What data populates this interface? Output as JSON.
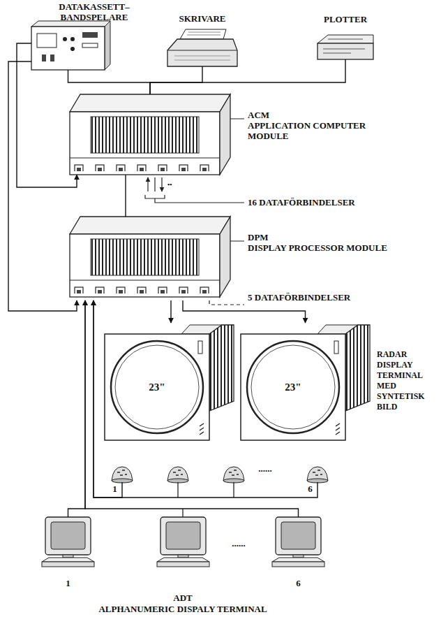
{
  "diagram": {
    "nodes": [
      {
        "text": [
          "DATAKASSETT– BANDSPELARE"
        ]
      },
      {
        "text": [
          "SKRIVARE"
        ]
      },
      {
        "text": [
          "PLOTTER"
        ]
      },
      {
        "text": [
          "ACM",
          "APPLICATION COMPUTER MODULE"
        ]
      },
      {
        "text": [
          "DPM",
          "DISPLAY PROCESSOR MODULE"
        ]
      },
      {
        "text": [
          "23\""
        ]
      },
      {
        "text": [
          "23\""
        ]
      },
      {
        "text": [
          "1"
        ]
      },
      {
        "text": [
          "6"
        ]
      },
      {
        "text": [
          "1"
        ]
      },
      {
        "text": [
          "6"
        ]
      }
    ],
    "edges": [
      {
        "from": 0,
        "to": 3,
        "arrow": "to"
      },
      {
        "from": 0,
        "to": 4,
        "arrow": "to"
      },
      {
        "from": 0,
        "to": 3,
        "arrow": "none"
      },
      {
        "from": 1,
        "to": 3,
        "arrow": "none"
      },
      {
        "from": 2,
        "to": 3,
        "arrow": "none"
      },
      {
        "from": 3,
        "to": 4,
        "arrow": "none"
      },
      {
        "from": 4,
        "to": 5,
        "arrow": "to"
      },
      {
        "from": 4,
        "to": 6,
        "arrow": "to"
      },
      {
        "from": 7,
        "to": 4,
        "arrow": "to"
      },
      {
        "from": 8,
        "to": 4,
        "arrow": "to"
      },
      {
        "from": 9,
        "to": 4,
        "arrow": "to"
      },
      {
        "from": 10,
        "to": 4,
        "arrow": "to"
      }
    ],
    "labels": [
      "16 DATAFÖRBINDELSER",
      "••",
      "5 DATAFÖRBINDELSER",
      "RADAR DISPLAY TERMINAL MED SYNTETISK BILD",
      "......",
      "......",
      "ADT",
      "ALPHANUMERIC DISPALY TERMINAL"
    ]
  }
}
